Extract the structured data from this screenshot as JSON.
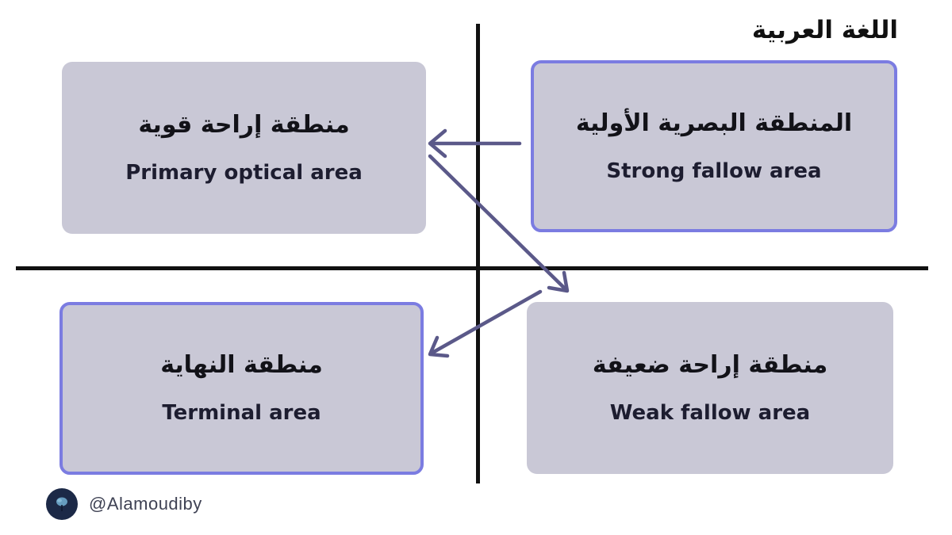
{
  "title": "اللغة العربية",
  "quadrants": {
    "top_right": {
      "arabic": "المنطقة البصرية الأولية",
      "english": "Strong fallow area",
      "highlighted": true
    },
    "top_left": {
      "arabic": "منطقة إراحة قوية",
      "english": "Primary optical area",
      "highlighted": false
    },
    "bottom_right": {
      "arabic": "منطقة إراحة ضعيفة",
      "english": "Weak fallow area",
      "highlighted": false
    },
    "bottom_left": {
      "arabic": "منطقة النهاية",
      "english": "Terminal area",
      "highlighted": true
    }
  },
  "arrows": [
    {
      "name": "top-right-to-top-left",
      "direction": "left"
    },
    {
      "name": "top-left-to-bottom-right",
      "direction": "down-right"
    },
    {
      "name": "bottom-right-to-bottom-left",
      "direction": "down-left"
    }
  ],
  "footer": {
    "handle": "@Alamoudiby"
  },
  "colors": {
    "background": "#ffffff",
    "box_fill": "#c9c8d6",
    "box_border": "#7b7ce1",
    "arrow": "#5b5989",
    "axis": "#111111",
    "title_text": "#111111",
    "arabic_text": "#121218",
    "english_text": "#1d1d30",
    "handle_text": "#3f4254",
    "avatar_background": "#1c2947",
    "avatar_glyph": "#6fa8cc"
  }
}
